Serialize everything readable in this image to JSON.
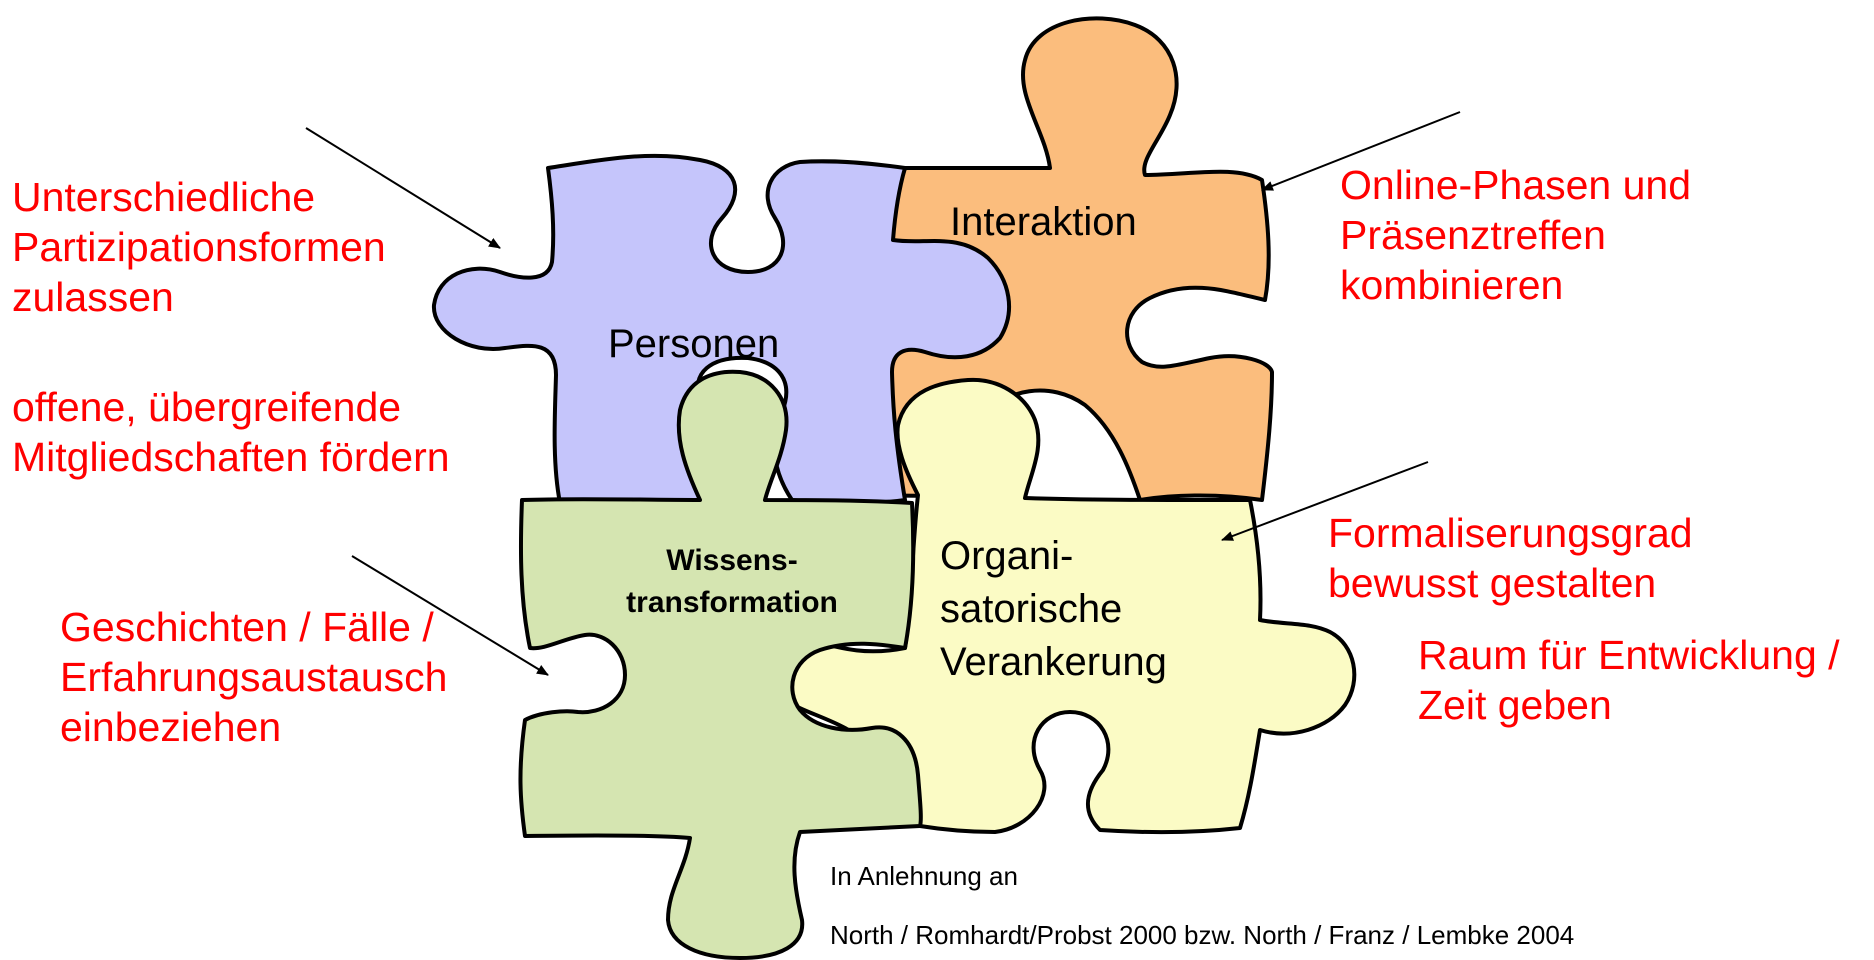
{
  "colors": {
    "personen_fill": "#c5c5fb",
    "interaktion_fill": "#fbbd7d",
    "wissen_fill": "#d5e5b1",
    "organisation_fill": "#fbfbc5",
    "outline": "#000000",
    "note_text": "#ff0000",
    "label_text": "#000000"
  },
  "pieces": {
    "personen": {
      "label": "Personen"
    },
    "interaktion": {
      "label": "Interaktion"
    },
    "wissen": {
      "line1": "Wissens-",
      "line2": "transformation"
    },
    "organisation": {
      "line1": "Organi-",
      "line2": "satorische",
      "line3": "Verankerung"
    }
  },
  "notes": {
    "partizipation": {
      "line1": "Unterschiedliche",
      "line2": "Partizipationsformen",
      "line3": "zulassen"
    },
    "mitgliedschaft": {
      "line1": "offene, übergreifende",
      "line2": "Mitgliedschaften fördern"
    },
    "geschichten": {
      "line1": "Geschichten / Fälle /",
      "line2": "Erfahrungsaustausch",
      "line3": "einbeziehen"
    },
    "online": {
      "line1": "Online-Phasen und",
      "line2": "Präsenztreffen",
      "line3": "kombinieren"
    },
    "formalisierung": {
      "line1": "Formaliserungsgrad",
      "line2": "bewusst gestalten"
    },
    "raum": {
      "line1": "Raum für Entwicklung /",
      "line2": "Zeit geben"
    }
  },
  "source": {
    "line1": "In Anlehnung an",
    "line2": "North / Romhardt/Probst 2000 bzw. North / Franz / Lembke  2004"
  }
}
